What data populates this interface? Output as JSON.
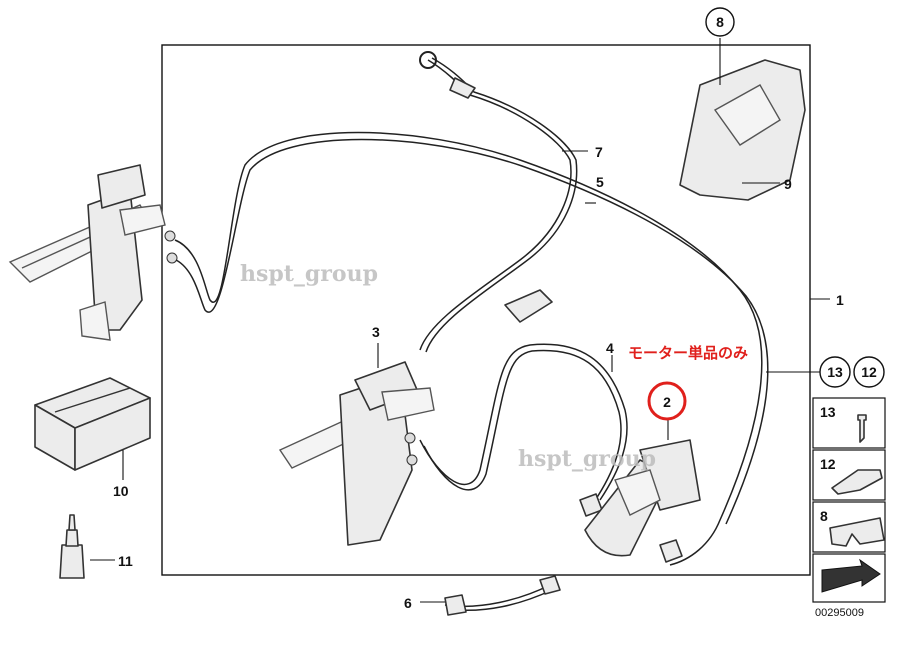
{
  "callouts": {
    "p1": "1",
    "p2": "2",
    "p3": "3",
    "p4": "4",
    "p5": "5",
    "p6": "6",
    "p7": "7",
    "p8": "8",
    "p9": "9",
    "p10": "10",
    "p11": "11",
    "p12": "12",
    "p13": "13"
  },
  "legend": {
    "r13": "13",
    "r12": "12",
    "r8": "8"
  },
  "watermarks": {
    "w1": "hspt_group",
    "w2": "hspt_group"
  },
  "note": "モーター単品のみ",
  "doc_number": "00295009",
  "colors": {
    "note_red": "#e0201c",
    "watermark_gray": "#bdbdbd"
  }
}
